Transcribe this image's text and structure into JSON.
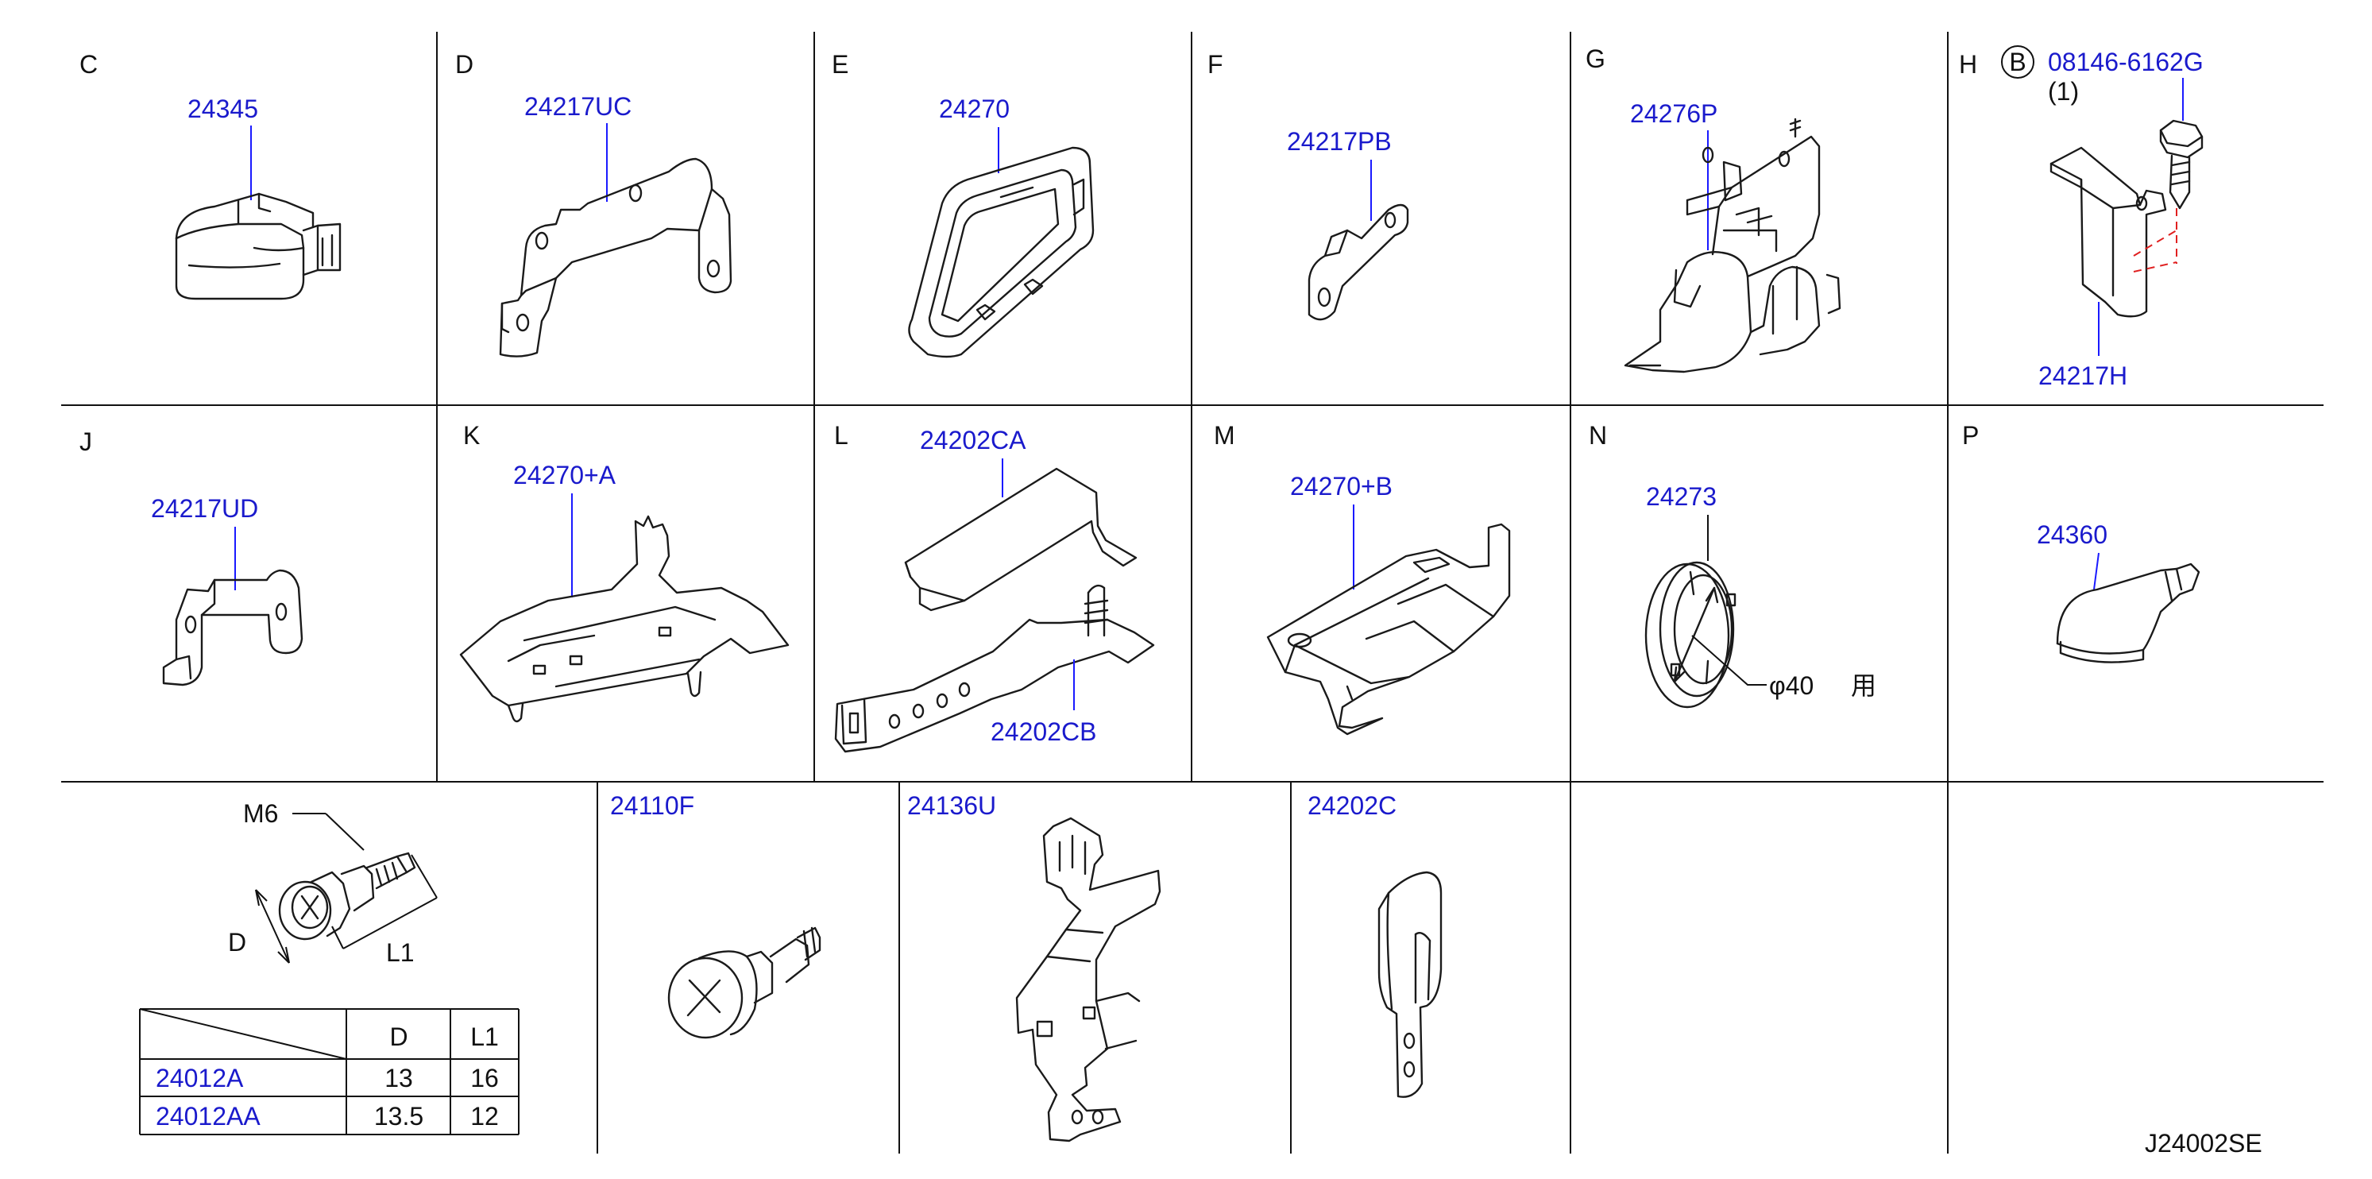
{
  "cells": {
    "c": {
      "letter": "C",
      "part": "24345"
    },
    "d": {
      "letter": "D",
      "part": "24217UC"
    },
    "e": {
      "letter": "E",
      "part": "24270"
    },
    "f": {
      "letter": "F",
      "part": "24217PB"
    },
    "g": {
      "letter": "G",
      "part": "24276P"
    },
    "h": {
      "letter": "H",
      "bolt_marker": "B",
      "bolt_part": "08146-6162G",
      "bolt_qty": "(1)",
      "part": "24217H"
    },
    "j": {
      "letter": "J",
      "part": "24217UD"
    },
    "k": {
      "letter": "K",
      "part": "24270+A"
    },
    "l": {
      "letter": "L",
      "part_a": "24202CA",
      "part_b": "24202CB"
    },
    "m": {
      "letter": "M",
      "part": "24270+B"
    },
    "n": {
      "letter": "N",
      "part": "24273",
      "note_dia": "φ40",
      "note_cjk": "用"
    },
    "p": {
      "letter": "P",
      "part": "24360"
    },
    "bolt": {
      "thread": "M6",
      "dim_d": "D",
      "dim_l1": "L1"
    },
    "r3a": {
      "part": "24110F"
    },
    "r3b": {
      "part": "24136U"
    },
    "r3c": {
      "part": "24202C"
    }
  },
  "table": {
    "headers": [
      "D",
      "L1"
    ],
    "rows": [
      {
        "part": "24012A",
        "d": "13",
        "l1": "16"
      },
      {
        "part": "24012AA",
        "d": "13.5",
        "l1": "12"
      }
    ]
  },
  "diagram_code": "J24002SE"
}
